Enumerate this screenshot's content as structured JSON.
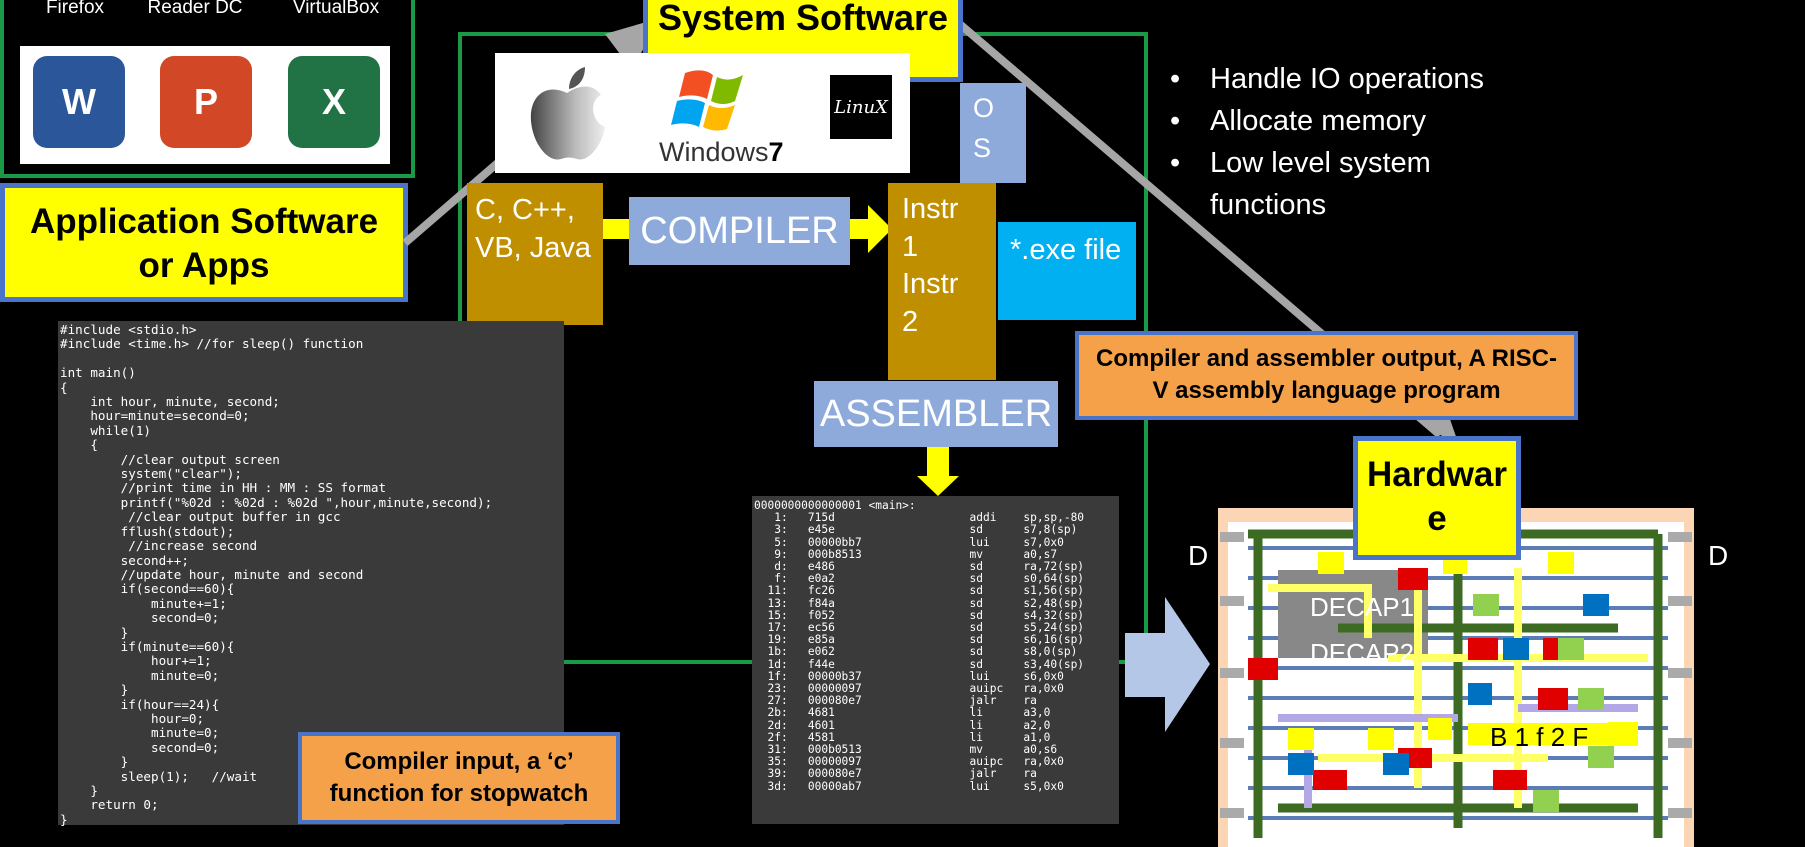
{
  "apps": {
    "labels": [
      "Firefox",
      "Reader DC",
      "VirtualBox"
    ],
    "icons": [
      {
        "name": "word-icon",
        "letter": "W",
        "color": "#2b579a"
      },
      {
        "name": "powerpoint-icon",
        "letter": "P",
        "color": "#d24726"
      },
      {
        "name": "excel-icon",
        "letter": "X",
        "color": "#217346"
      }
    ]
  },
  "app_software_label": "Application Software or Apps",
  "system_software_label": "System Software",
  "os_logos": {
    "windows_text": "Windows",
    "windows_version": "7",
    "linux_text": "LinuX"
  },
  "os_label": "O S",
  "languages_label": "C, C++, VB, Java",
  "compiler_label": "COMPILER",
  "instructions_label": "Instr 1 Instr 2",
  "exe_label": "*.exe file",
  "assembler_label": "ASSEMBLER",
  "bullets": [
    "Handle IO operations",
    "Allocate memory",
    "Low level system functions"
  ],
  "asm_callout": "Compiler and assembler output, A RISC-V assembly language program",
  "hardware_label": "Hardware",
  "c_callout": "Compiler input, a ‘c’ function for stopwatch",
  "c_code": "#include <stdio.h>\n#include <time.h> //for sleep() function\n\nint main()\n{\n    int hour, minute, second;\n    hour=minute=second=0;\n    while(1)\n    {\n        //clear output screen\n        system(\"clear\");\n        //print time in HH : MM : SS format\n        printf(\"%02d : %02d : %02d \",hour,minute,second);\n         //clear output buffer in gcc\n        fflush(stdout);\n         //increase second\n        second++;\n        //update hour, minute and second\n        if(second==60){\n            minute+=1;\n            second=0;\n        }\n        if(minute==60){\n            hour+=1;\n            minute=0;\n        }\n        if(hour==24){\n            hour=0;\n            minute=0;\n            second=0;\n        }\n        sleep(1);   //wait\n    }\n    return 0;\n}",
  "asm_code": "0000000000000001 <main>:\n   1:   715d                    addi    sp,sp,-80\n   3:   e45e                    sd      s7,8(sp)\n   5:   00000bb7                lui     s7,0x0\n   9:   000b8513                mv      a0,s7\n   d:   e486                    sd      ra,72(sp)\n   f:   e0a2                    sd      s0,64(sp)\n  11:   fc26                    sd      s1,56(sp)\n  13:   f84a                    sd      s2,48(sp)\n  15:   f052                    sd      s4,32(sp)\n  17:   ec56                    sd      s5,24(sp)\n  19:   e85a                    sd      s6,16(sp)\n  1b:   e062                    sd      s8,0(sp)\n  1d:   f44e                    sd      s3,40(sp)\n  1f:   00000b37                lui     s6,0x0\n  23:   00000097                auipc   ra,0x0\n  27:   000080e7                jalr    ra\n  2b:   4681                    li      a3,0\n  2d:   4601                    li      a2,0\n  2f:   4581                    li      a1,0\n  31:   000b0513                mv      a0,s6\n  35:   00000097                auipc   ra,0x0\n  39:   000080e7                jalr    ra\n  3d:   00000ab7                lui     s5,0x0",
  "layout_labels": {
    "decap1": "DECAP1",
    "decap2": "DECAP2",
    "row_label": "B 1 f 2 F",
    "left_pin": "D",
    "right_pin": "D"
  }
}
